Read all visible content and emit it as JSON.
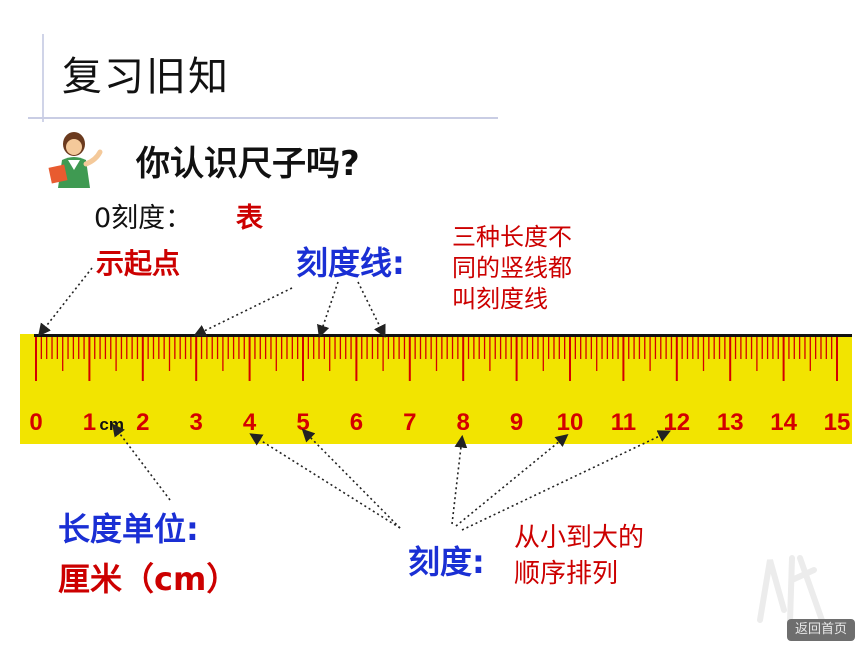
{
  "title": "复习旧知",
  "question": "你认识尺子吗?",
  "zero": {
    "prefix": "0刻度：",
    "red1": "表",
    "red2": "示起点"
  },
  "tick_lines": {
    "label": "刻度线:",
    "description_lines": [
      "三种长度不",
      "同的竖线都",
      "叫刻度线"
    ]
  },
  "ruler": {
    "numbers": [
      "0",
      "1",
      "2",
      "3",
      "4",
      "5",
      "6",
      "7",
      "8",
      "9",
      "10",
      "11",
      "12",
      "13",
      "14",
      "15"
    ],
    "unit_mark": "cm",
    "color": "#f2e400",
    "tick_color": "#d40000"
  },
  "unit": {
    "line1": "长度单位:",
    "line2": "厘米（cm）"
  },
  "scale": {
    "label": "刻度:",
    "description_lines": [
      "从小到大的",
      "顺序排列"
    ]
  },
  "nav": {
    "back_button": "返回首页"
  },
  "colors": {
    "blue": "#1a2fd4",
    "red": "#cc0000"
  }
}
